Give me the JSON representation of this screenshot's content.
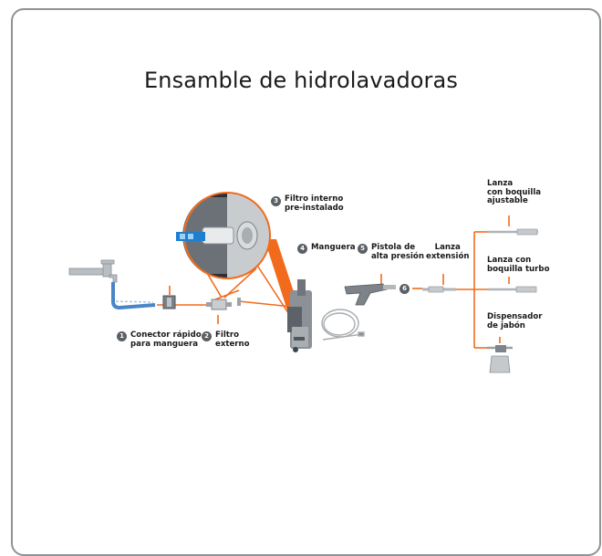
{
  "title": "Ensamble de hidrolavadoras",
  "accent_color": "#f26b1d",
  "steps": [
    {
      "num": "1",
      "label": "Conector rápido\npara manguera"
    },
    {
      "num": "2",
      "label": "Filtro\nexterno"
    },
    {
      "num": "3",
      "label": "Filtro interno\npre-instalado"
    },
    {
      "num": "4",
      "label": "Manguera"
    },
    {
      "num": "5",
      "label": "Pistola de\nalta presión"
    },
    {
      "num": "6",
      "label": ""
    }
  ],
  "extension_label": "Lanza\nextensión",
  "accessories": [
    {
      "label": "Lanza\ncon boquilla\najustable"
    },
    {
      "label": "Lanza con\nboquilla turbo"
    },
    {
      "label": "Dispensador\nde jabón"
    }
  ]
}
